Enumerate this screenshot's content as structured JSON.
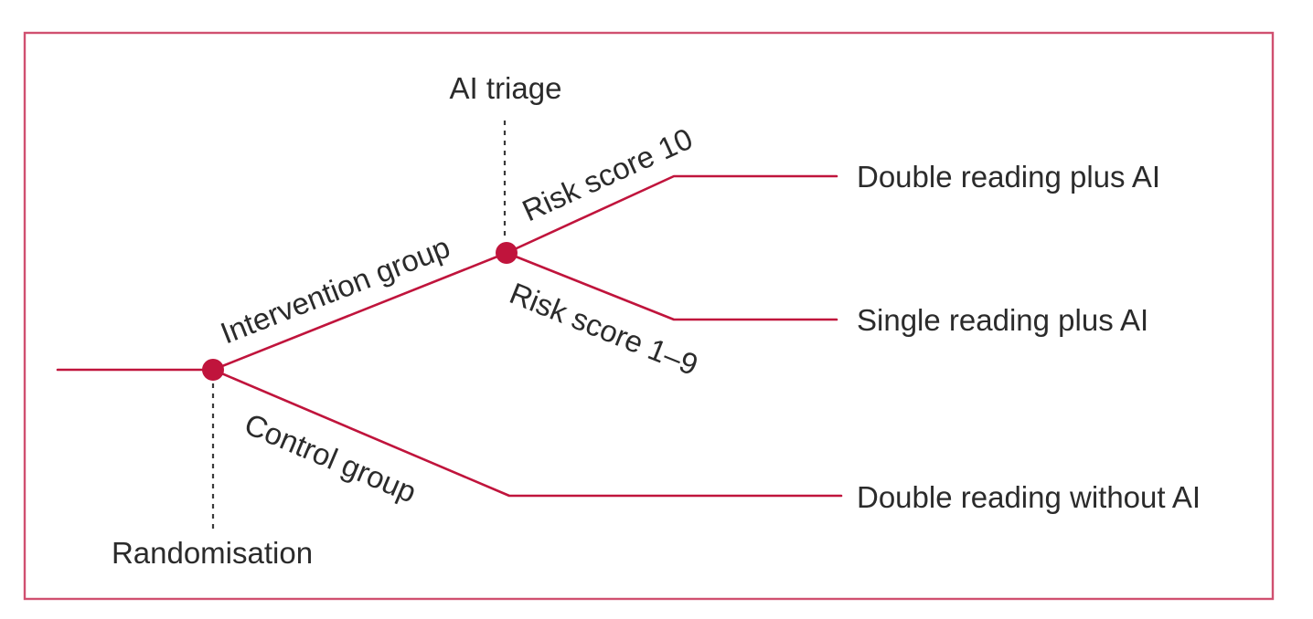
{
  "colors": {
    "accent": "#c0143c",
    "frame": "#d05070",
    "text": "#2b2b2b"
  },
  "labels": {
    "ai_triage": "AI triage",
    "randomisation": "Randomisation",
    "intervention_group": "Intervention group",
    "control_group": "Control group",
    "risk_score_high": "Risk score 10",
    "risk_score_low": "Risk score 1–9"
  },
  "outcomes": {
    "double_plus_ai": "Double reading plus AI",
    "single_plus_ai": "Single reading plus AI",
    "double_without_ai": "Double reading without AI"
  }
}
